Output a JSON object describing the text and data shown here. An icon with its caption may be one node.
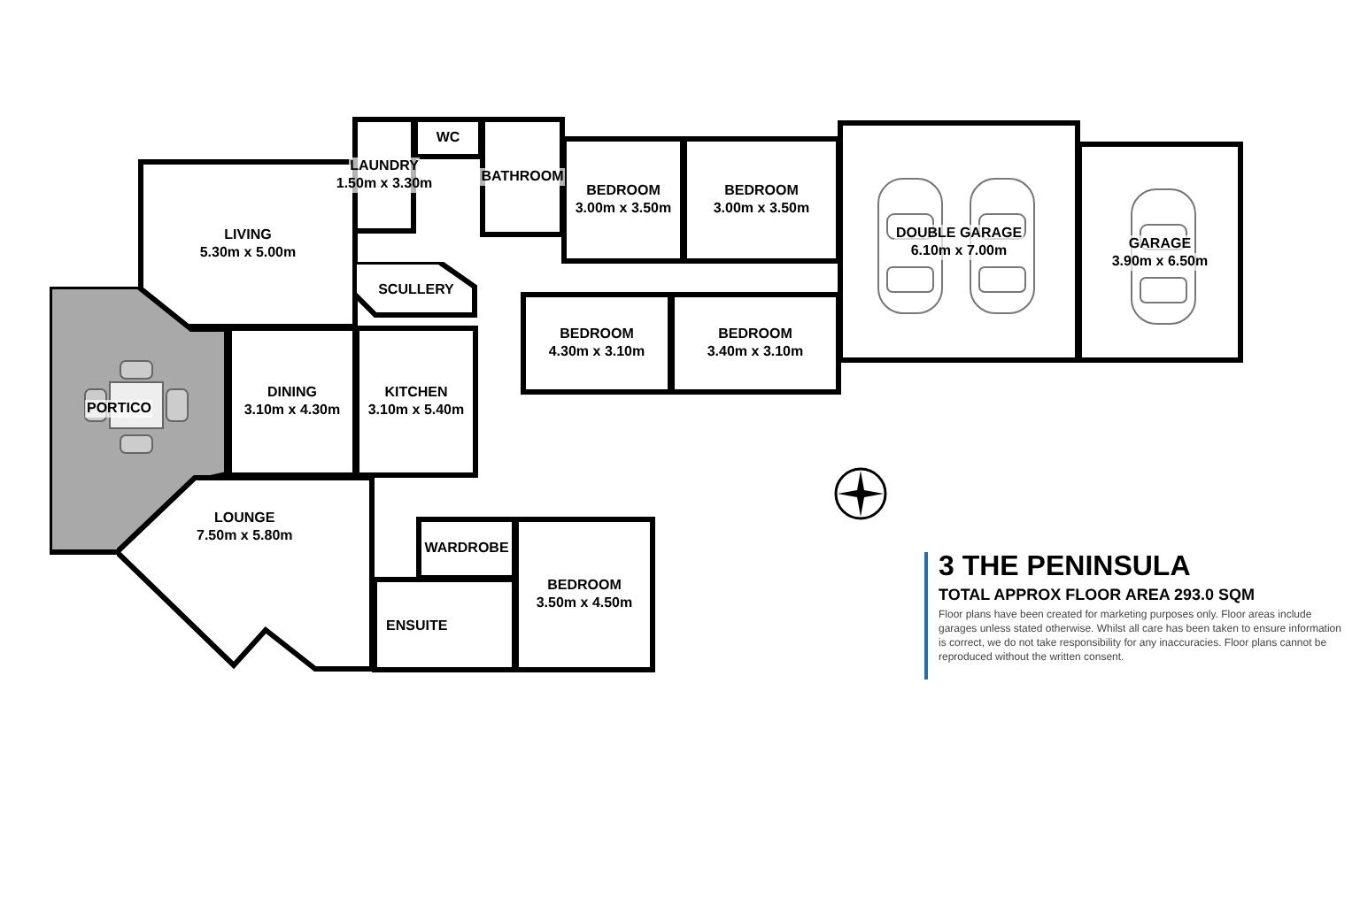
{
  "diagram": {
    "title": "3 THE PENINSULA",
    "nodes": [
      {
        "text": [
          "LIVING",
          "5.30m x 5.00m"
        ]
      },
      {
        "text": [
          "PORTICO"
        ]
      },
      {
        "text": [
          "DINING",
          "3.10m x 4.30m"
        ]
      },
      {
        "text": [
          "KITCHEN",
          "3.10m x 5.40m"
        ]
      },
      {
        "text": [
          "SCULLERY"
        ]
      },
      {
        "text": [
          "LAUNDRY",
          "1.50m x 3.30m"
        ]
      },
      {
        "text": [
          "WC"
        ]
      },
      {
        "text": [
          "BATHROOM"
        ]
      },
      {
        "text": [
          "BEDROOM",
          "3.00m x 3.50m"
        ]
      },
      {
        "text": [
          "BEDROOM",
          "3.00m x 3.50m"
        ]
      },
      {
        "text": [
          "BEDROOM",
          "4.30m x 3.10m"
        ]
      },
      {
        "text": [
          "BEDROOM",
          "3.40m x 3.10m"
        ]
      },
      {
        "text": [
          "DOUBLE GARAGE",
          "6.10m x 7.00m"
        ]
      },
      {
        "text": [
          "GARAGE",
          "3.90m x 6.50m"
        ]
      },
      {
        "text": [
          "LOUNGE",
          "7.50m x 5.80m"
        ]
      },
      {
        "text": [
          "WARDROBE"
        ]
      },
      {
        "text": [
          "ENSUITE"
        ]
      },
      {
        "text": [
          "BEDROOM",
          "3.50m x 4.50m"
        ]
      }
    ],
    "labels": [
      "TOTAL APPROX FLOOR AREA 293.0 SQM",
      "Floor plans have been created for marketing purposes only. Floor areas include garages unless stated otherwise. Whilst all care has been taken to ensure information is correct, we do not take responsibility for any inaccuracies. Floor plans cannot be reproduced without the written consent."
    ]
  }
}
